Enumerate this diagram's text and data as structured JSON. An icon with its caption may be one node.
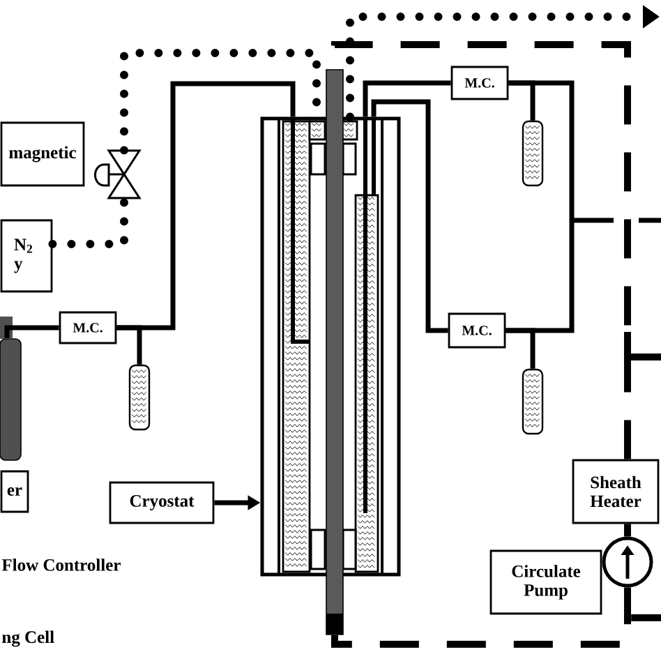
{
  "diagram": {
    "nodes": [
      {
        "text": [
          "magnetic"
        ]
      },
      {
        "text": [],
        "shape": "picture"
      },
      {
        "text": [
          "N$_{2}$ y"
        ]
      },
      {
        "text": [],
        "shape": "cylinder"
      },
      {
        "text": [
          "M.C."
        ]
      },
      {
        "text": [],
        "shape": "cylinder"
      },
      {
        "text": [
          "er"
        ]
      },
      {
        "text": [
          "Cryostat"
        ]
      },
      {
        "text": [],
        "shape": "picture"
      },
      {
        "text": [],
        "shape": "bar"
      },
      {
        "text": [
          "M.C."
        ]
      },
      {
        "text": [],
        "shape": "cylinder"
      },
      {
        "text": [
          "M.C."
        ]
      },
      {
        "text": [],
        "shape": "cylinder"
      },
      {
        "text": [
          "Sheath Heater"
        ]
      },
      {
        "text": [],
        "shape": "circle"
      },
      {
        "text": [
          "Circulate Pump"
        ]
      }
    ],
    "edges": [
      {
        "from": 2,
        "to": 1,
        "arrow": "none",
        "style": "dashed"
      },
      {
        "from": 1,
        "to": 8,
        "arrow": "none",
        "style": "dashed"
      },
      {
        "from": 8,
        "to": null,
        "arrow": "to",
        "style": "dashed"
      },
      {
        "from": 3,
        "to": 4,
        "arrow": "none"
      },
      {
        "from": 4,
        "to": 8,
        "arrow": "none"
      },
      {
        "from": 4,
        "to": 5,
        "arrow": "none"
      },
      {
        "from": 7,
        "to": 8,
        "arrow": "to"
      },
      {
        "from": 8,
        "to": 10,
        "arrow": "none"
      },
      {
        "from": 10,
        "to": 12,
        "arrow": "none"
      },
      {
        "from": 12,
        "to": 8,
        "arrow": "none"
      },
      {
        "from": 10,
        "to": 11,
        "arrow": "none"
      },
      {
        "from": 12,
        "to": 13,
        "arrow": "none"
      },
      {
        "from": 14,
        "to": 9,
        "arrow": "none",
        "style": "dashed"
      },
      {
        "from": 9,
        "to": 15,
        "arrow": "none",
        "style": "dashed"
      },
      {
        "from": 15,
        "to": 14,
        "arrow": "none"
      }
    ],
    "labels": [
      "Flow Controller",
      "ng Cell"
    ]
  }
}
